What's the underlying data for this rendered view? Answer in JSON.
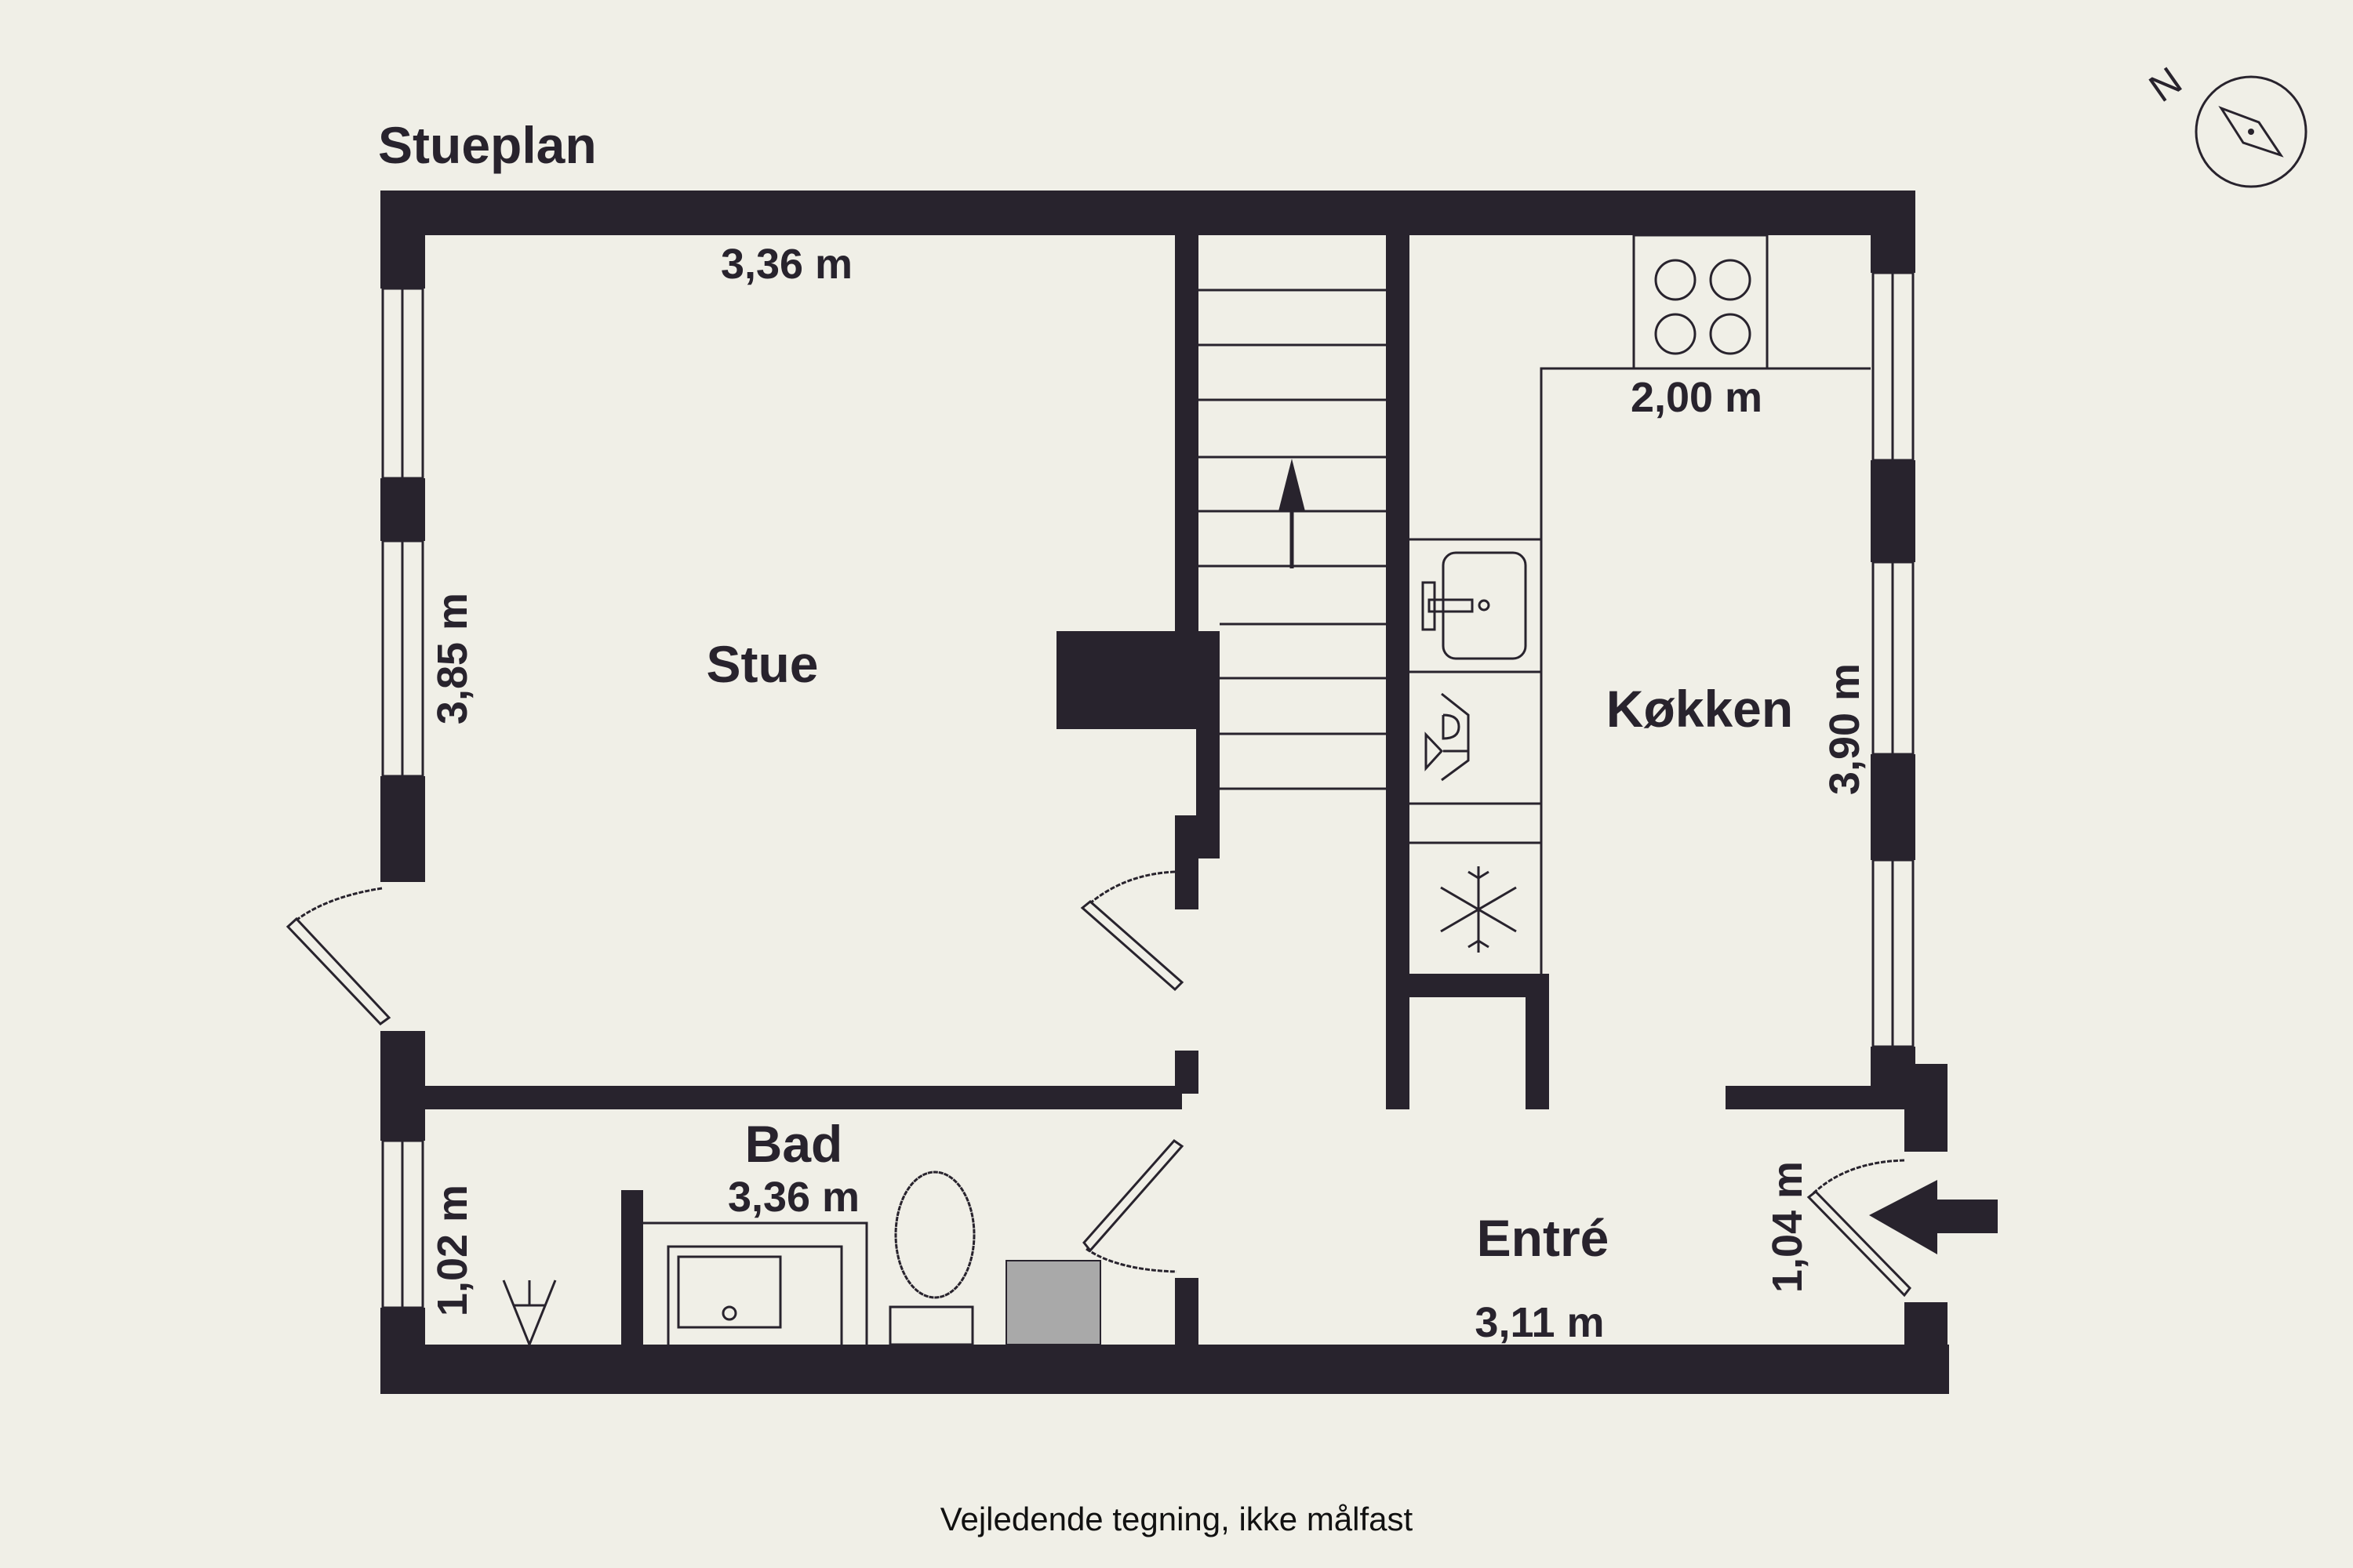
{
  "title": "Stueplan",
  "disclaimer": "Vejledende tegning, ikke målfast",
  "compass": {
    "label": "N",
    "icon": "compass-icon"
  },
  "colors": {
    "background": "#f0efe7",
    "wall": "#28232d",
    "washer_fill": "#a9a9a9"
  },
  "rooms": {
    "stue": {
      "name": "Stue",
      "width": "3,36 m",
      "height": "3,85 m"
    },
    "kokken": {
      "name": "Køkken",
      "width": "2,00 m",
      "height": "3,90 m"
    },
    "bad": {
      "name": "Bad",
      "width": "3,36 m",
      "height": "1,02 m"
    },
    "entre": {
      "name": "Entré",
      "width": "3,11 m",
      "height": "1,04 m"
    }
  },
  "fixtures": [
    "stairs",
    "stove",
    "kitchen-sink",
    "dishwasher",
    "freezer",
    "shower",
    "bathtub",
    "toilet",
    "washing-machine",
    "entrance-arrow"
  ]
}
